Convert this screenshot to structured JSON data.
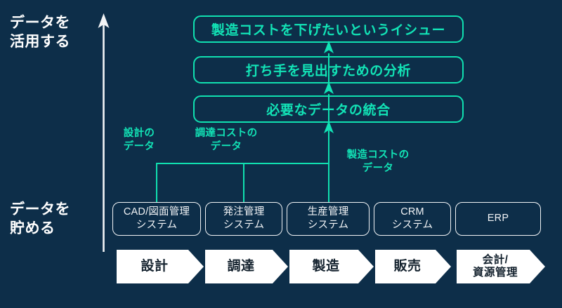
{
  "colors": {
    "background": "#0d2e49",
    "teal_accent": "#12e3b6",
    "teal_border": "#10e0b0",
    "white": "#ffffff",
    "chevron_text": "#14222e"
  },
  "axis": {
    "top_label": "データを\n活用する",
    "bottom_label": "データを\n貯める",
    "arrow_direction": "up"
  },
  "value_chain_boxes": [
    {
      "label": "製造コストを下げたいというイシュー"
    },
    {
      "label": "打ち手を見出すための分析"
    },
    {
      "label": "必要なデータの統合"
    }
  ],
  "data_labels": [
    {
      "label": "設計の\nデータ"
    },
    {
      "label": "調達コストの\nデータ"
    },
    {
      "label": "製造コストの\nデータ"
    }
  ],
  "systems": [
    {
      "label": "CAD/図面管理\nシステム"
    },
    {
      "label": "発注管理\nシステム"
    },
    {
      "label": "生産管理\nシステム"
    },
    {
      "label": "CRM\nシステム"
    },
    {
      "label": "ERP"
    }
  ],
  "process_steps": [
    {
      "label": "設計"
    },
    {
      "label": "調達"
    },
    {
      "label": "製造"
    },
    {
      "label": "販売"
    },
    {
      "label": "会計/\n資源管理"
    }
  ]
}
